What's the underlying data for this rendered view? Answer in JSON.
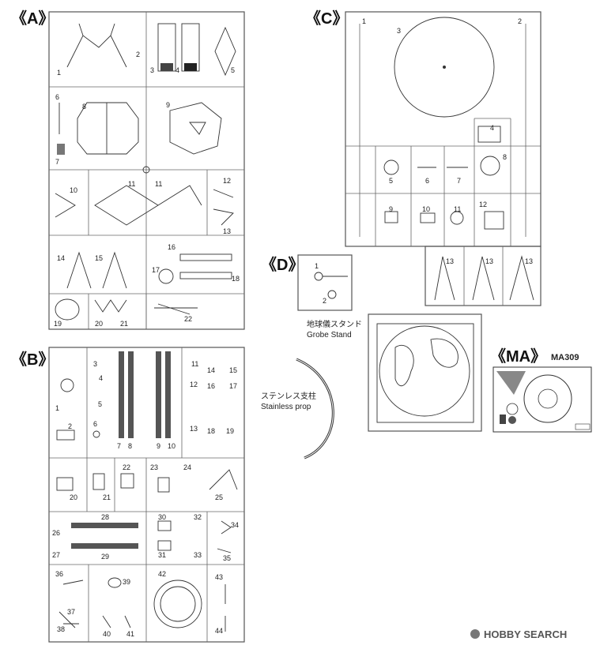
{
  "sections": {
    "A": {
      "title": "《A》",
      "parts": [
        "1",
        "2",
        "3",
        "4",
        "5",
        "6",
        "7",
        "8",
        "9",
        "10",
        "11",
        "11",
        "12",
        "13",
        "14",
        "15",
        "16",
        "17",
        "18",
        "19",
        "20",
        "21",
        "22"
      ]
    },
    "B": {
      "title": "《B》",
      "parts": [
        "1",
        "2",
        "3",
        "4",
        "5",
        "6",
        "7",
        "8",
        "9",
        "10",
        "11",
        "12",
        "13",
        "14",
        "15",
        "16",
        "17",
        "18",
        "19",
        "20",
        "21",
        "22",
        "23",
        "24",
        "25",
        "26",
        "27",
        "28",
        "29",
        "30",
        "31",
        "32",
        "33",
        "34",
        "35",
        "36",
        "37",
        "38",
        "39",
        "40",
        "41",
        "42",
        "43",
        "44"
      ]
    },
    "C": {
      "title": "《C》",
      "parts": [
        "1",
        "2",
        "3",
        "4",
        "5",
        "6",
        "7",
        "8",
        "9",
        "10",
        "11",
        "12",
        "13",
        "13",
        "13"
      ]
    },
    "D": {
      "title": "《D》",
      "parts": [
        "1",
        "2"
      ]
    },
    "MA": {
      "title": "《MA》",
      "code": "MA309"
    }
  },
  "globe_stand": {
    "jp": "地球儀スタンド",
    "en": "Grobe Stand"
  },
  "prop": {
    "jp": "ステンレス支柱",
    "en": "Stainless prop"
  },
  "watermark": "HOBBY SEARCH"
}
